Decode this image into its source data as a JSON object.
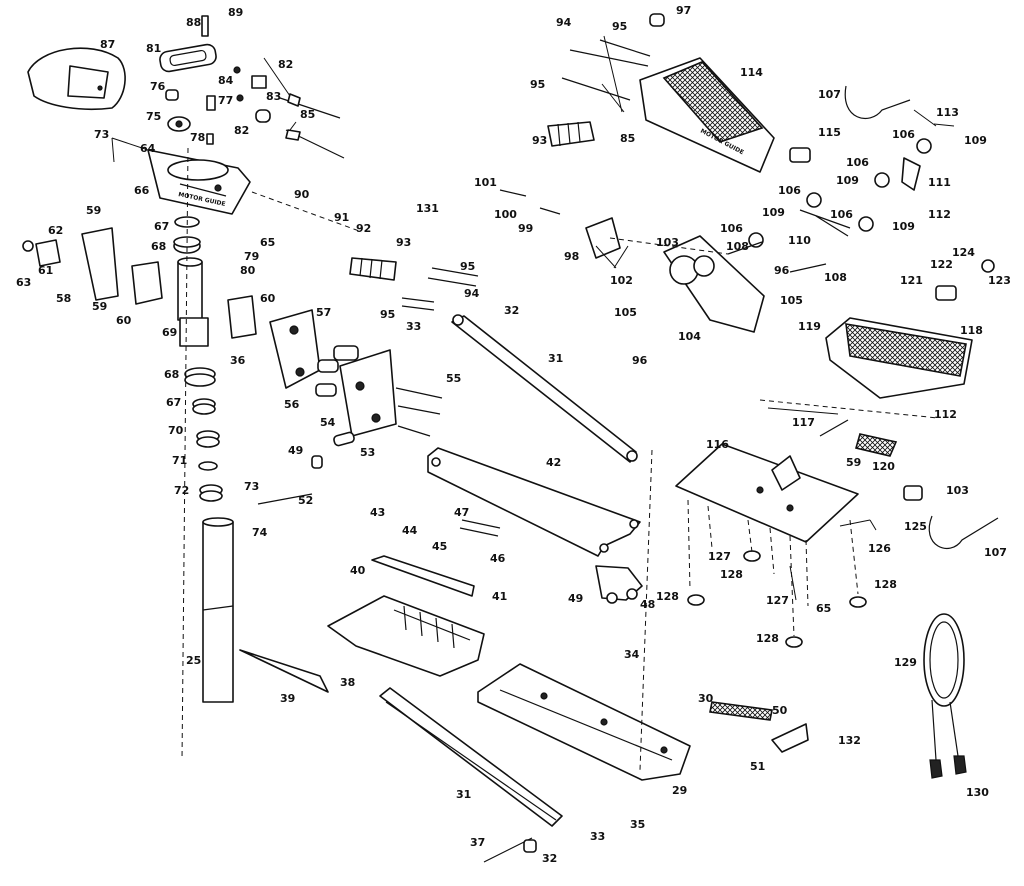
{
  "diagram": {
    "parts": [
      {
        "id": "p88",
        "label": "88"
      },
      {
        "id": "p89",
        "label": "89"
      },
      {
        "id": "p87",
        "label": "87"
      },
      {
        "id": "p81",
        "label": "81"
      },
      {
        "id": "p76",
        "label": "76"
      },
      {
        "id": "p84",
        "label": "84"
      },
      {
        "id": "p82a",
        "label": "82"
      },
      {
        "id": "p83a",
        "label": "83"
      },
      {
        "id": "p77",
        "label": "77"
      },
      {
        "id": "p85a",
        "label": "85"
      },
      {
        "id": "p75",
        "label": "75"
      },
      {
        "id": "p82b",
        "label": "82"
      },
      {
        "id": "p78",
        "label": "78"
      },
      {
        "id": "p73a",
        "label": "73"
      },
      {
        "id": "p64",
        "label": "64"
      },
      {
        "id": "p66",
        "label": "66"
      },
      {
        "id": "p90",
        "label": "90"
      },
      {
        "id": "p59a",
        "label": "59"
      },
      {
        "id": "p62",
        "label": "62"
      },
      {
        "id": "p67a",
        "label": "67"
      },
      {
        "id": "p91",
        "label": "91"
      },
      {
        "id": "p92",
        "label": "92"
      },
      {
        "id": "p65a",
        "label": "65"
      },
      {
        "id": "p68a",
        "label": "68"
      },
      {
        "id": "p79",
        "label": "79"
      },
      {
        "id": "p61",
        "label": "61"
      },
      {
        "id": "p80",
        "label": "80"
      },
      {
        "id": "p63",
        "label": "63"
      },
      {
        "id": "p58",
        "label": "58"
      },
      {
        "id": "p59b",
        "label": "59"
      },
      {
        "id": "p60a",
        "label": "60"
      },
      {
        "id": "p60b",
        "label": "60"
      },
      {
        "id": "p69",
        "label": "69"
      },
      {
        "id": "p57",
        "label": "57"
      },
      {
        "id": "p36",
        "label": "36"
      },
      {
        "id": "p68b",
        "label": "68"
      },
      {
        "id": "p56",
        "label": "56"
      },
      {
        "id": "p67b",
        "label": "67"
      },
      {
        "id": "p54",
        "label": "54"
      },
      {
        "id": "p70",
        "label": "70"
      },
      {
        "id": "p71",
        "label": "71"
      },
      {
        "id": "p72",
        "label": "72"
      },
      {
        "id": "p73b",
        "label": "73"
      },
      {
        "id": "p74",
        "label": "74"
      },
      {
        "id": "p25",
        "label": "25"
      },
      {
        "id": "p39",
        "label": "39"
      },
      {
        "id": "p94a",
        "label": "94"
      },
      {
        "id": "p95a",
        "label": "95"
      },
      {
        "id": "p97",
        "label": "97"
      },
      {
        "id": "p114",
        "label": "114"
      },
      {
        "id": "p95b",
        "label": "95"
      },
      {
        "id": "p85b",
        "label": "85"
      },
      {
        "id": "p93a",
        "label": "93"
      },
      {
        "id": "p107a",
        "label": "107"
      },
      {
        "id": "p113",
        "label": "113"
      },
      {
        "id": "p106a",
        "label": "106"
      },
      {
        "id": "p109a",
        "label": "109"
      },
      {
        "id": "p115",
        "label": "115"
      },
      {
        "id": "p106b",
        "label": "106"
      },
      {
        "id": "p111",
        "label": "111"
      },
      {
        "id": "p109b",
        "label": "109"
      },
      {
        "id": "p101",
        "label": "101"
      },
      {
        "id": "p106c",
        "label": "106"
      },
      {
        "id": "p100",
        "label": "100"
      },
      {
        "id": "p131",
        "label": "131"
      },
      {
        "id": "p99",
        "label": "99"
      },
      {
        "id": "p106d",
        "label": "106"
      },
      {
        "id": "p112a",
        "label": "112"
      },
      {
        "id": "p109c",
        "label": "109"
      },
      {
        "id": "p106e",
        "label": "106"
      },
      {
        "id": "p109d",
        "label": "109"
      },
      {
        "id": "p110",
        "label": "110"
      },
      {
        "id": "p103a",
        "label": "103"
      },
      {
        "id": "p93b",
        "label": "93"
      },
      {
        "id": "p98",
        "label": "98"
      },
      {
        "id": "p102",
        "label": "102"
      },
      {
        "id": "p108a",
        "label": "108"
      },
      {
        "id": "p124",
        "label": "124"
      },
      {
        "id": "p95c",
        "label": "95"
      },
      {
        "id": "p96a",
        "label": "96"
      },
      {
        "id": "p108b",
        "label": "108"
      },
      {
        "id": "p121",
        "label": "121"
      },
      {
        "id": "p122",
        "label": "122"
      },
      {
        "id": "p123",
        "label": "123"
      },
      {
        "id": "p94b",
        "label": "94"
      },
      {
        "id": "p105a",
        "label": "105"
      },
      {
        "id": "p95d",
        "label": "95"
      },
      {
        "id": "p32a",
        "label": "32"
      },
      {
        "id": "p105b",
        "label": "105"
      },
      {
        "id": "p104",
        "label": "104"
      },
      {
        "id": "p118",
        "label": "118"
      },
      {
        "id": "p119",
        "label": "119"
      },
      {
        "id": "p33a",
        "label": "33"
      },
      {
        "id": "p96b",
        "label": "96"
      },
      {
        "id": "p31a",
        "label": "31"
      },
      {
        "id": "p55",
        "label": "55"
      },
      {
        "id": "p112b",
        "label": "112"
      },
      {
        "id": "p117",
        "label": "117"
      },
      {
        "id": "p53",
        "label": "53"
      },
      {
        "id": "p49a",
        "label": "49"
      },
      {
        "id": "p116",
        "label": "116"
      },
      {
        "id": "p59c",
        "label": "59"
      },
      {
        "id": "p42",
        "label": "42"
      },
      {
        "id": "p120",
        "label": "120"
      },
      {
        "id": "p103b",
        "label": "103"
      },
      {
        "id": "p52",
        "label": "52"
      },
      {
        "id": "p43",
        "label": "43"
      },
      {
        "id": "p47",
        "label": "47"
      },
      {
        "id": "p44",
        "label": "44"
      },
      {
        "id": "p125",
        "label": "125"
      },
      {
        "id": "p45",
        "label": "45"
      },
      {
        "id": "p46",
        "label": "46"
      },
      {
        "id": "p127a",
        "label": "127"
      },
      {
        "id": "p126",
        "label": "126"
      },
      {
        "id": "p107b",
        "label": "107"
      },
      {
        "id": "p128a",
        "label": "128"
      },
      {
        "id": "p40",
        "label": "40"
      },
      {
        "id": "p41",
        "label": "41"
      },
      {
        "id": "p49b",
        "label": "49"
      },
      {
        "id": "p48",
        "label": "48"
      },
      {
        "id": "p128b",
        "label": "128"
      },
      {
        "id": "p127b",
        "label": "127"
      },
      {
        "id": "p65b",
        "label": "65"
      },
      {
        "id": "p128c",
        "label": "128"
      },
      {
        "id": "p128d",
        "label": "128"
      },
      {
        "id": "p38",
        "label": "38"
      },
      {
        "id": "p34",
        "label": "34"
      },
      {
        "id": "p129",
        "label": "129"
      },
      {
        "id": "p30",
        "label": "30"
      },
      {
        "id": "p50",
        "label": "50"
      },
      {
        "id": "p132",
        "label": "132"
      },
      {
        "id": "p51",
        "label": "51"
      },
      {
        "id": "p31b",
        "label": "31"
      },
      {
        "id": "p29",
        "label": "29"
      },
      {
        "id": "p130",
        "label": "130"
      },
      {
        "id": "p33b",
        "label": "33"
      },
      {
        "id": "p35",
        "label": "35"
      },
      {
        "id": "p37",
        "label": "37"
      },
      {
        "id": "p32b",
        "label": "32"
      }
    ],
    "plate_text": {
      "pedal_logo": "MOTOR GUIDE",
      "head_logo": "MOTOR GUIDE"
    },
    "colors": {
      "ink": "#111111",
      "paper": "#ffffff"
    }
  }
}
